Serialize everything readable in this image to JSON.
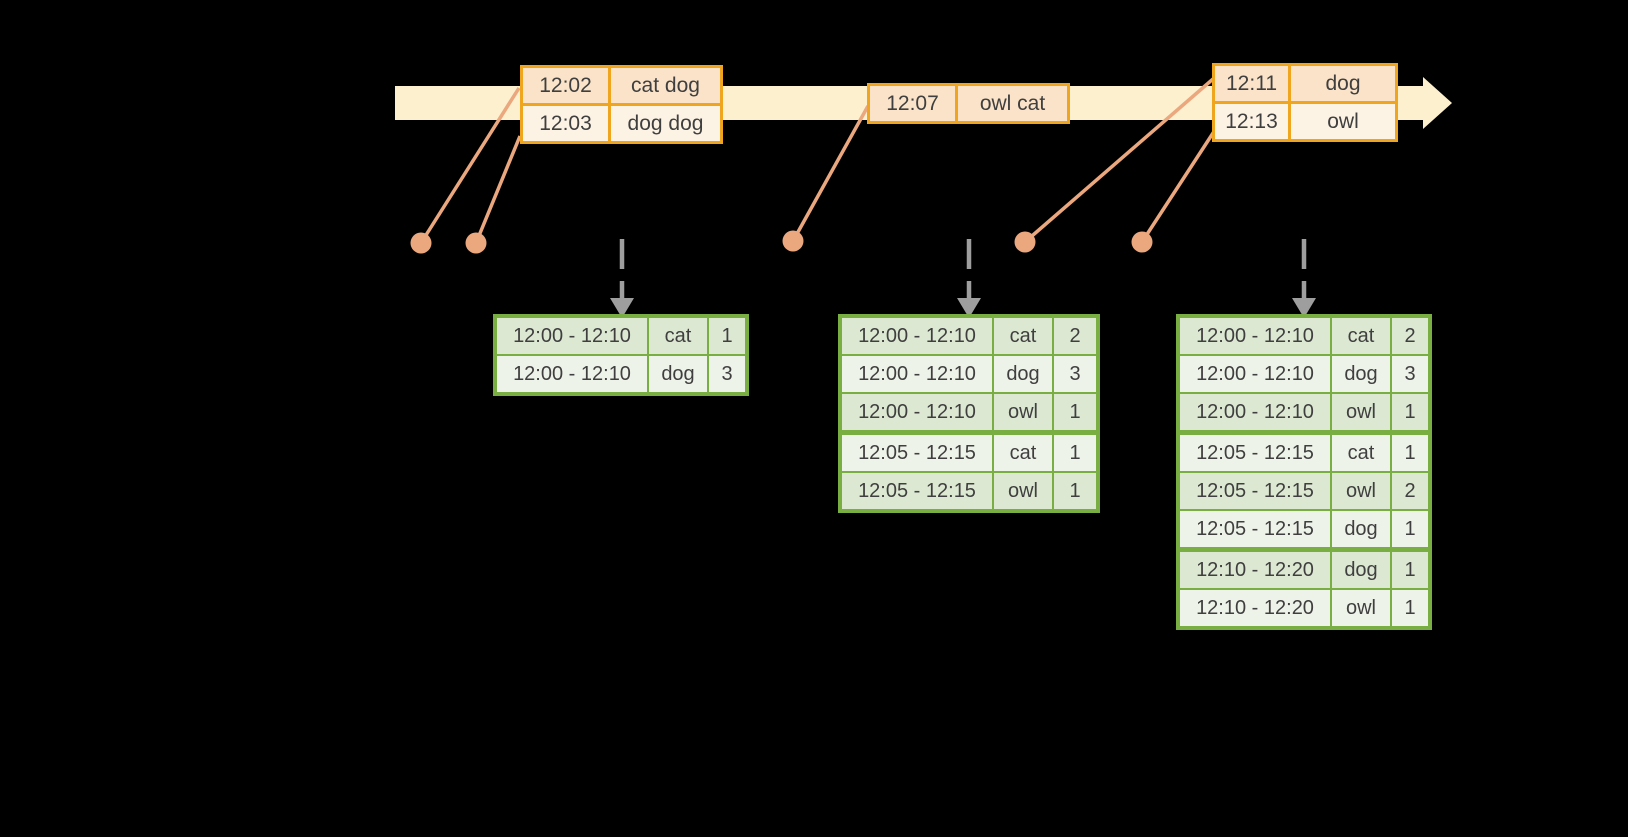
{
  "colors": {
    "bg": "#000000",
    "band": "#FCF0CE",
    "orange": "#F0A51F",
    "peach": "#FAE3C8",
    "cream": "#FDF3E5",
    "salmon": "#EBA77E",
    "gray": "#9E9E9E",
    "green": "#79AE43",
    "sage": "#DCE8D2",
    "palegreen": "#EEF3E9",
    "ink": "#3F3F3F"
  },
  "icons": {
    "timeline_arrowhead": "right-arrow",
    "trigger_arrowhead": "down-arrow"
  },
  "event_tables": [
    {
      "rows": [
        [
          "12:02",
          "cat dog"
        ],
        [
          "12:03",
          "dog dog"
        ]
      ]
    },
    {
      "rows": [
        [
          "12:07",
          "owl cat"
        ]
      ]
    },
    {
      "rows": [
        [
          "12:11",
          "dog"
        ],
        [
          "12:13",
          "owl"
        ]
      ]
    }
  ],
  "result_tables": [
    {
      "rows": [
        [
          "12:00 - 12:10",
          "cat",
          "1"
        ],
        [
          "12:00 - 12:10",
          "dog",
          "3"
        ]
      ],
      "group_breaks": []
    },
    {
      "rows": [
        [
          "12:00 - 12:10",
          "cat",
          "2"
        ],
        [
          "12:00 - 12:10",
          "dog",
          "3"
        ],
        [
          "12:00 - 12:10",
          "owl",
          "1"
        ],
        [
          "12:05 - 12:15",
          "cat",
          "1"
        ],
        [
          "12:05 - 12:15",
          "owl",
          "1"
        ]
      ],
      "group_breaks": [
        3
      ]
    },
    {
      "rows": [
        [
          "12:00 - 12:10",
          "cat",
          "2"
        ],
        [
          "12:00 - 12:10",
          "dog",
          "3"
        ],
        [
          "12:00 - 12:10",
          "owl",
          "1"
        ],
        [
          "12:05 - 12:15",
          "cat",
          "1"
        ],
        [
          "12:05 - 12:15",
          "owl",
          "2"
        ],
        [
          "12:05 - 12:15",
          "dog",
          "1"
        ],
        [
          "12:10 - 12:20",
          "dog",
          "1"
        ],
        [
          "12:10 - 12:20",
          "owl",
          "1"
        ]
      ],
      "group_breaks": [
        3,
        6
      ]
    }
  ]
}
